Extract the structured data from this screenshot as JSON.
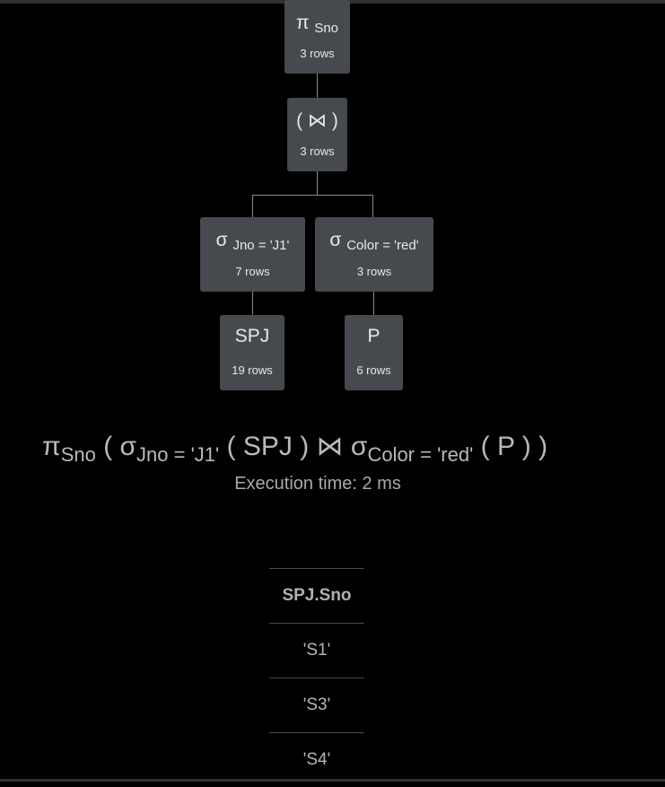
{
  "tree": {
    "root": {
      "symbol": "π",
      "subscript": "Sno",
      "rows": "3 rows"
    },
    "join": {
      "label": "( ⋈ )",
      "rows": "3 rows"
    },
    "select_left": {
      "symbol": "σ",
      "subscript": "Jno = 'J1'",
      "rows": "7 rows"
    },
    "select_right": {
      "symbol": "σ",
      "subscript": "Color = 'red'",
      "rows": "3 rows"
    },
    "leaf_left": {
      "name": "SPJ",
      "rows": "19 rows"
    },
    "leaf_right": {
      "name": "P",
      "rows": "6 rows"
    }
  },
  "expression": {
    "pi": "π",
    "pi_sub": "Sno",
    "open1": " ( ",
    "sigma1": "σ",
    "sigma1_sub": "Jno = 'J1'",
    "rel1": " ( SPJ ) ",
    "join": "⋈",
    "sigma2": " σ",
    "sigma2_sub": "Color = 'red'",
    "rel2": " ( P ) )"
  },
  "execution_time": "Execution time: 2 ms",
  "result": {
    "header": "SPJ.Sno",
    "rows": [
      "'S1'",
      "'S3'",
      "'S4'"
    ]
  }
}
